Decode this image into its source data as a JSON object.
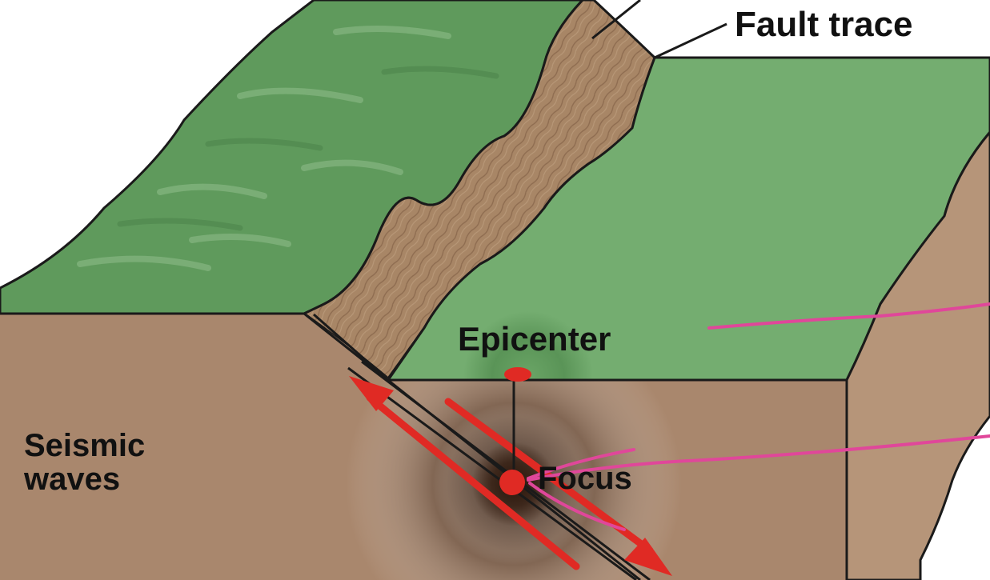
{
  "labels": {
    "fault_trace": "Fault trace",
    "epicenter": "Epicenter",
    "focus": "Focus",
    "seismic_line1": "Seismic",
    "seismic_line2": "waves"
  },
  "colors": {
    "ground_green": "#5f9a5c",
    "fault_brown": "#a78565",
    "soil_light": "#efd9c6",
    "wave_dark": "#6f5444",
    "arrow_red": "#e02a24",
    "annotation_pink": "#e0479a",
    "outline": "#1a1a1a"
  }
}
